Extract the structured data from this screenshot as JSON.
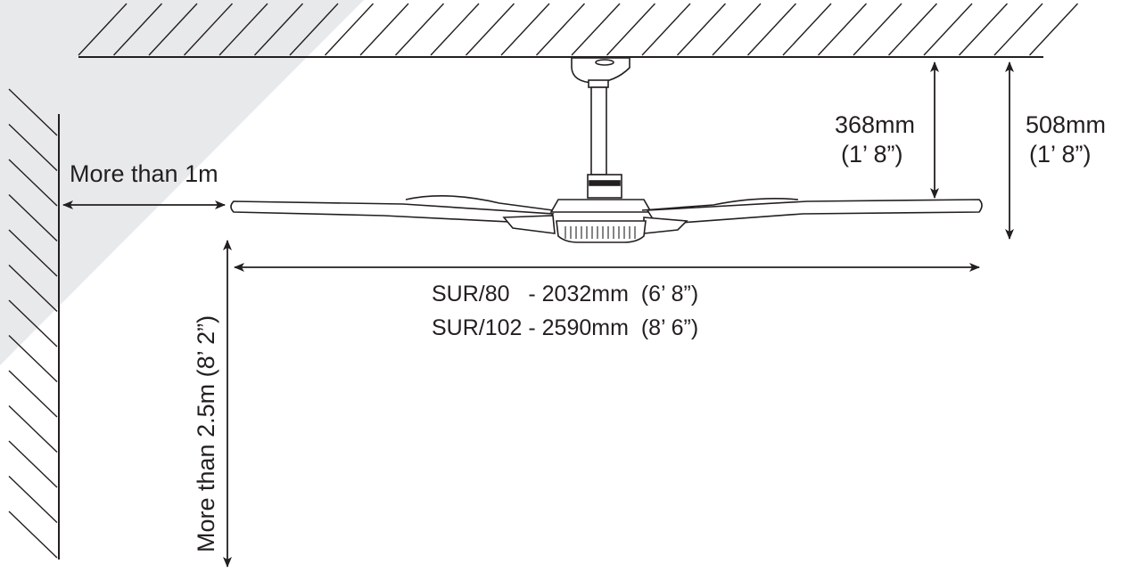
{
  "colors": {
    "ink": "#231f20",
    "shade": "#e8e9eb",
    "background": "#ffffff"
  },
  "labels": {
    "wall_clearance": "More than 1m",
    "floor_clearance": "More than 2.5m (8’ 2”)",
    "drop_short_value": "368mm",
    "drop_short_imperial": "(1’ 8”)",
    "drop_long_value": "508mm",
    "drop_long_imperial": "(1’ 8”)",
    "span_sur80": "SUR/80   - 2032mm  (6’ 8”)",
    "span_sur102": "SUR/102 - 2590mm  (8’ 6”)"
  }
}
